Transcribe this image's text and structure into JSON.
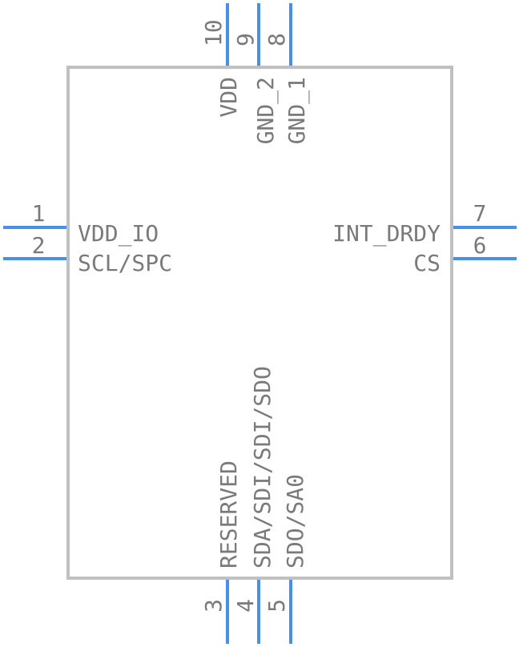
{
  "colors": {
    "pin": "#4a8fe7",
    "body": "#c0c0c0",
    "text": "#7a7a7a"
  },
  "pins": {
    "p1": {
      "number": "1",
      "name": "VDD_IO"
    },
    "p2": {
      "number": "2",
      "name": "SCL/SPC"
    },
    "p3": {
      "number": "3",
      "name": "RESERVED"
    },
    "p4": {
      "number": "4",
      "name": "SDA/SDI/SDI/SDO"
    },
    "p5": {
      "number": "5",
      "name": "SDO/SA0"
    },
    "p6": {
      "number": "6",
      "name": "CS"
    },
    "p7": {
      "number": "7",
      "name": "INT_DRDY"
    },
    "p8": {
      "number": "8",
      "name": "GND_1"
    },
    "p9": {
      "number": "9",
      "name": "GND_2"
    },
    "p10": {
      "number": "10",
      "name": "VDD"
    }
  }
}
